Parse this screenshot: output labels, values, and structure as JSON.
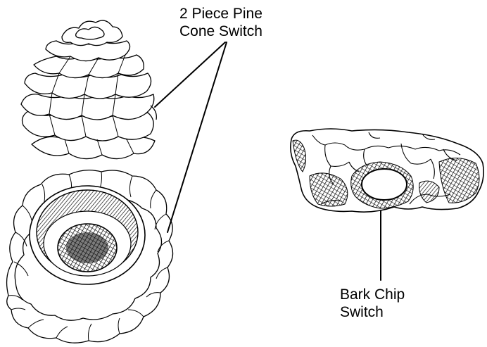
{
  "labels": {
    "pine_cone": [
      "2 Piece Pine",
      "Cone Switch"
    ],
    "bark_chip": [
      "Bark Chip",
      "Switch"
    ]
  },
  "colors": {
    "ink": "#000000",
    "paper": "#ffffff"
  },
  "icons": {
    "pine_cone_top": "pine-cone-top-illustration",
    "pine_cone_base": "pine-cone-base-illustration",
    "bark_chip": "bark-chip-illustration"
  }
}
